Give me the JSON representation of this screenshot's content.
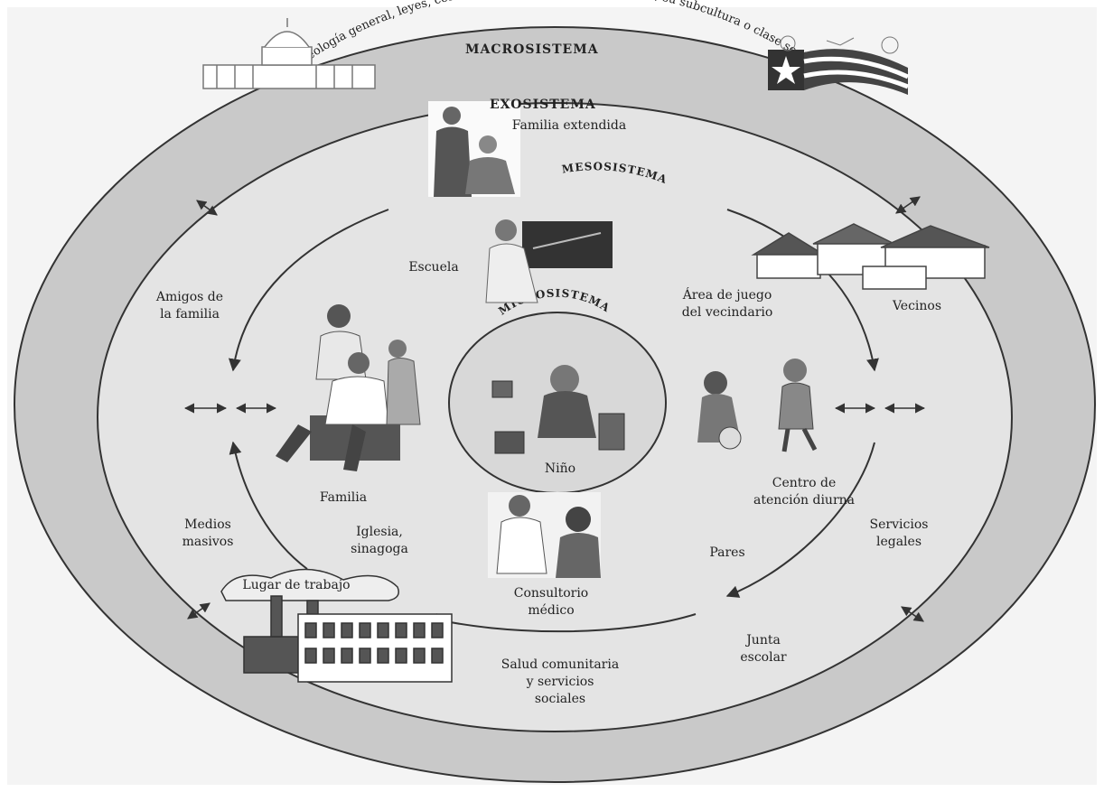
{
  "systems": {
    "macro": {
      "title": "MACROSISTEMA",
      "description": "Ideología general, leyes, costumbres y la cultura del individuo, su subcultura o clase social"
    },
    "exo": {
      "title": "EXOSISTEMA",
      "subtitle": "Familia extendida"
    },
    "meso": {
      "title": "MESOSISTEMA"
    },
    "micro": {
      "title": "MICROSISTEMA",
      "center": "Niño"
    }
  },
  "labels": {
    "escuela": "Escuela",
    "area_juego": "Área de juego\ndel vecindario",
    "amigos": "Amigos de\nla familia",
    "vecinos": "Vecinos",
    "familia": "Familia",
    "centro": "Centro de\natención diurna",
    "medios": "Medios\nmasivos",
    "iglesia": "Iglesia,\nsinagoga",
    "pares": "Pares",
    "servicios": "Servicios\nlegales",
    "consultorio": "Consultorio\nmédico",
    "lugar": "Lugar de trabajo",
    "junta": "Junta\nescolar",
    "salud": "Salud comunitaria\ny servicios\nsociales"
  },
  "icons": [
    "capitol-icon",
    "flag-icon",
    "grandparents-icon",
    "teacher-icon",
    "houses-icon",
    "family-icon",
    "child-playing-icon",
    "children-icon",
    "doctor-icon",
    "factory-icon"
  ],
  "colors": {
    "background": "#ffffff",
    "outer_ring": "#c9c9c9",
    "inner_area": "#e6e6e6",
    "line": "#333333",
    "illustration": "#555555"
  }
}
